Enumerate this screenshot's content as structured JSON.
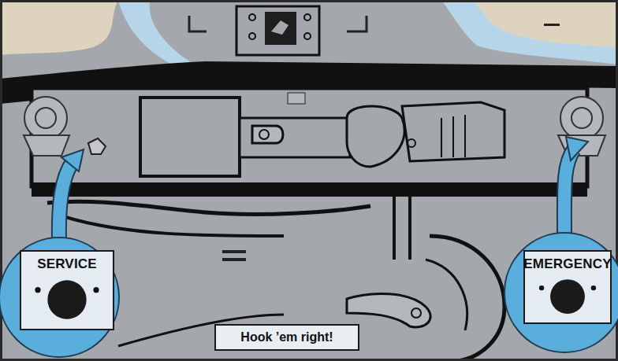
{
  "diagram": {
    "nodes": [
      {
        "text": [
          "SERVICE"
        ]
      },
      {
        "text": [
          "Hook ’em right!"
        ]
      },
      {
        "text": [
          "EMERGENCY"
        ]
      }
    ]
  }
}
